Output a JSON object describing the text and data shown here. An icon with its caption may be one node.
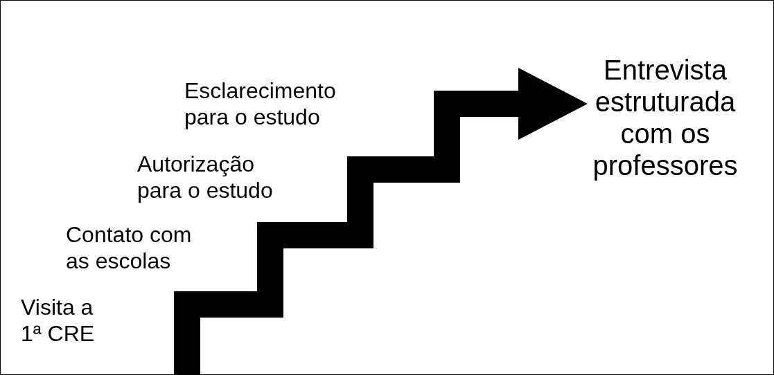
{
  "diagram": {
    "nodes": [
      {
        "text": [
          "Visita a 1ª CRE"
        ]
      },
      {
        "text": [
          "Contato com as escolas"
        ]
      },
      {
        "text": [
          "Autorização para o estudo"
        ]
      },
      {
        "text": [
          "Esclarecimento para o estudo"
        ]
      },
      {
        "text": [
          "Entrevista estruturada com os professores"
        ]
      }
    ],
    "edges": [
      {
        "from": null,
        "to": 4,
        "arrow": "to"
      }
    ]
  }
}
